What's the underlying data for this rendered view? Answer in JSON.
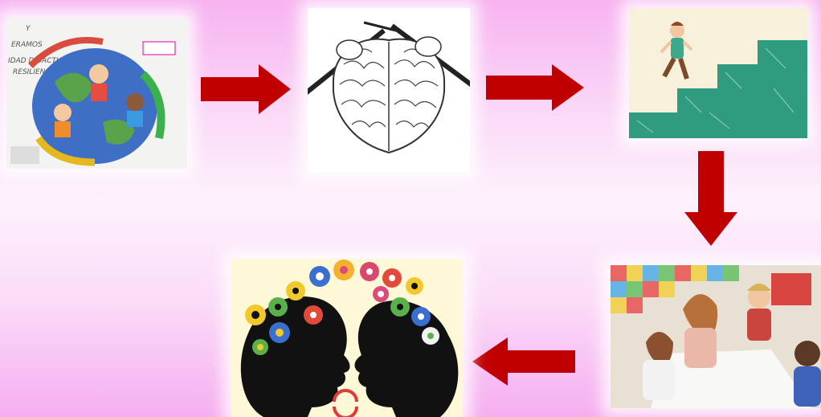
{
  "colors": {
    "arrow": "#c00000",
    "background_top": "#f7b3f0",
    "background_mid": "#fdf2fc"
  },
  "flow": [
    {
      "id": "drawing-of-children-around-globe",
      "lettering": "Y ... ERAMOS ... IDAD DIDACTI... RESILIEN..."
    },
    {
      "id": "brain-knitting-illustration"
    },
    {
      "id": "child-climbing-stairs-illustration"
    },
    {
      "id": "teacher-with-children-drawing-photo"
    },
    {
      "id": "two-heads-with-gears-silhouette"
    }
  ],
  "arrows": [
    {
      "direction": "right"
    },
    {
      "direction": "right"
    },
    {
      "direction": "down"
    },
    {
      "direction": "left"
    }
  ]
}
